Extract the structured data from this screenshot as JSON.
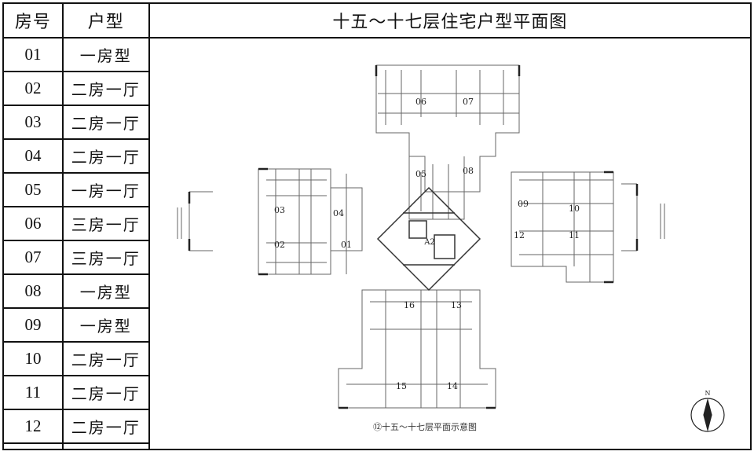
{
  "header": {
    "room_no": "房号",
    "unit_type": "户型",
    "title": "十五～十七层住宅户型平面图"
  },
  "rows": [
    {
      "no": "01",
      "type": "一房型"
    },
    {
      "no": "02",
      "type": "二房一厅"
    },
    {
      "no": "03",
      "type": "二房一厅"
    },
    {
      "no": "04",
      "type": "二房一厅"
    },
    {
      "no": "05",
      "type": "一房一厅"
    },
    {
      "no": "06",
      "type": "三房一厅"
    },
    {
      "no": "07",
      "type": "三房一厅"
    },
    {
      "no": "08",
      "type": "一房型"
    },
    {
      "no": "09",
      "type": "一房型"
    },
    {
      "no": "10",
      "type": "二房一厅"
    },
    {
      "no": "11",
      "type": "二房一厅"
    },
    {
      "no": "12",
      "type": "二房一厅"
    }
  ],
  "plan": {
    "caption": "⑫十五～十七层平面示意图",
    "unit_labels": [
      "01",
      "02",
      "03",
      "04",
      "05",
      "06",
      "07",
      "08",
      "09",
      "10",
      "11",
      "12",
      "13",
      "14",
      "15",
      "16"
    ],
    "core_label": "A2",
    "compass_label": "N"
  }
}
